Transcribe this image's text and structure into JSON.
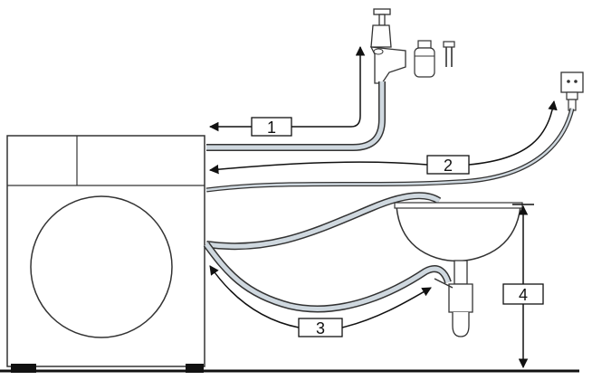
{
  "diagram": {
    "callouts": [
      {
        "id": "callout-1",
        "label": "1"
      },
      {
        "id": "callout-2",
        "label": "2"
      },
      {
        "id": "callout-3",
        "label": "3"
      },
      {
        "id": "callout-4",
        "label": "4"
      }
    ],
    "icons": [
      "washing-machine-icon",
      "water-tap-icon",
      "power-socket-icon",
      "sink-icon",
      "drain-trap-icon",
      "filter-part-icon",
      "connector-part-icon"
    ],
    "colors": {
      "line": "#111111",
      "hose_fill": "#cfd8df",
      "background": "#ffffff"
    }
  }
}
